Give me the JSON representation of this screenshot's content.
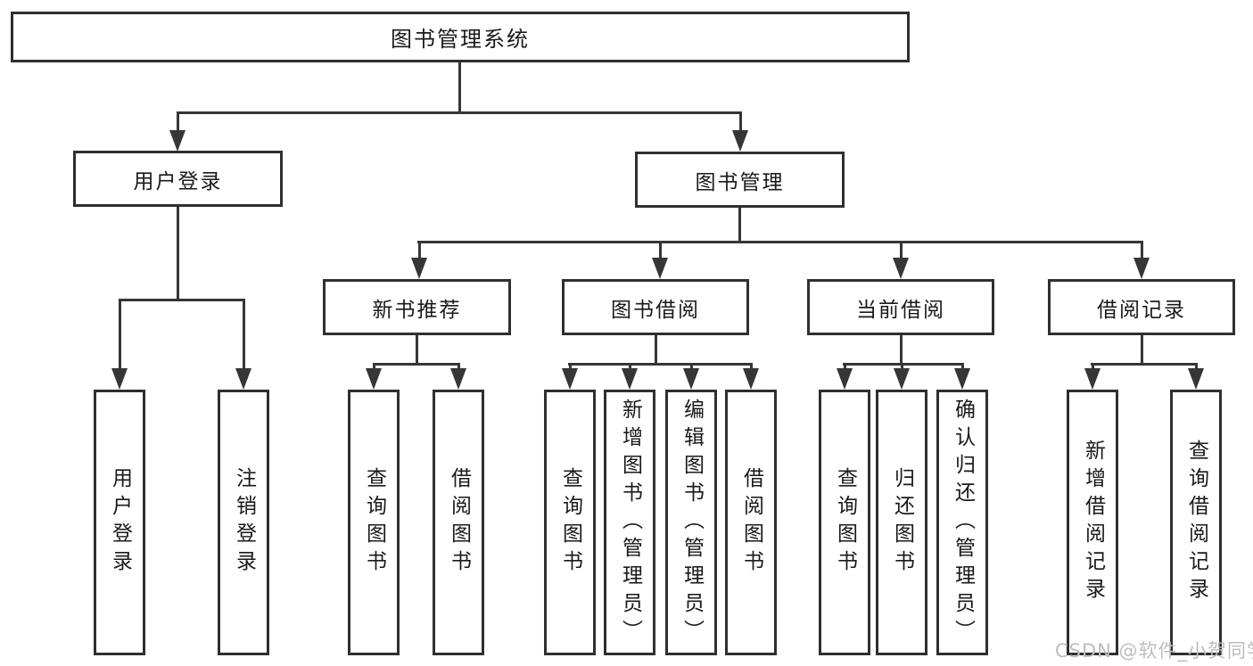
{
  "diagram": {
    "title": "图书管理系统",
    "level2": [
      {
        "label": "用户登录"
      },
      {
        "label": "图书管理"
      }
    ],
    "level3": [
      {
        "label": "新书推荐"
      },
      {
        "label": "图书借阅"
      },
      {
        "label": "当前借阅"
      },
      {
        "label": "借阅记录"
      }
    ],
    "leaves": [
      {
        "label": "用户登录"
      },
      {
        "label": "注销登录"
      },
      {
        "label": "查询图书"
      },
      {
        "label": "借阅图书"
      },
      {
        "label": "查询图书"
      },
      {
        "label": "新增图书（管理员）"
      },
      {
        "label": "编辑图书（管理员）"
      },
      {
        "label": "借阅图书"
      },
      {
        "label": "查询图书"
      },
      {
        "label": "归还图书"
      },
      {
        "label": "确认归还（管理员）"
      },
      {
        "label": "新增借阅记录"
      },
      {
        "label": "查询借阅记录"
      }
    ],
    "watermark": "CSDN @软件_小贺同学",
    "colors": {
      "line": "#363636",
      "border": "#2f2f2f",
      "text": "#1a1a1a",
      "watermark": "#bdbdbd",
      "background": "#ffffff"
    }
  }
}
